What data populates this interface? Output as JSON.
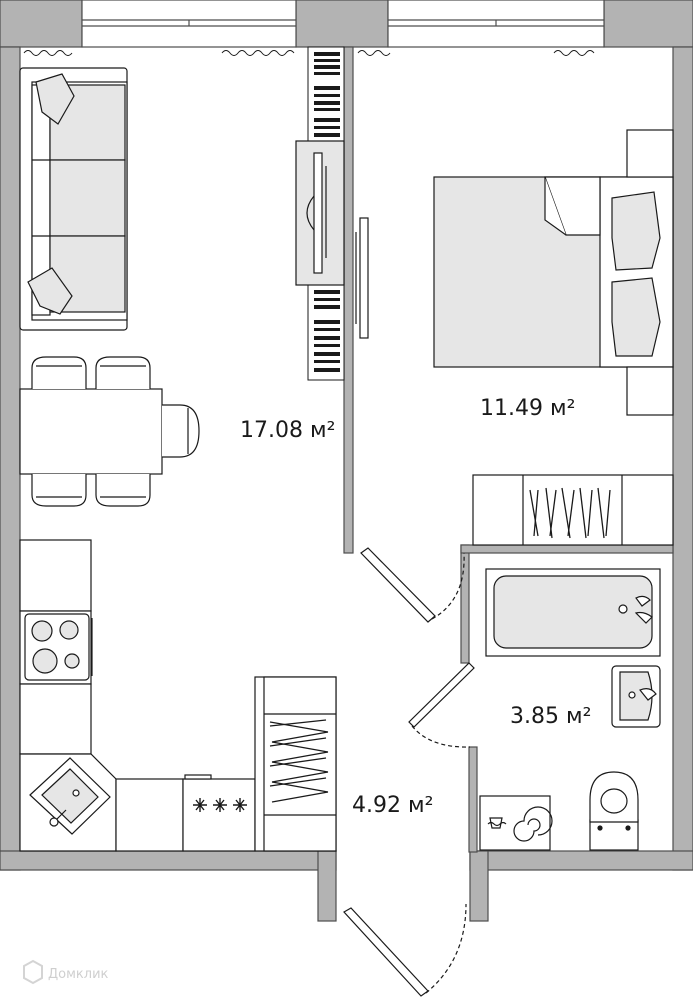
{
  "plan": {
    "rooms": [
      {
        "id": "living",
        "area": "17.08 м²"
      },
      {
        "id": "bedroom",
        "area": "11.49 м²"
      },
      {
        "id": "bathroom",
        "area": "3.85 м²"
      },
      {
        "id": "hallway",
        "area": "4.92 м²"
      }
    ],
    "watermark": "Домклик",
    "colors": {
      "wall": "#b3b3b3",
      "wall_edge": "#4d4d4d",
      "line": "#1a1a1a",
      "furniture_fill": "#e6e6e6",
      "window": "#ffffff"
    }
  }
}
